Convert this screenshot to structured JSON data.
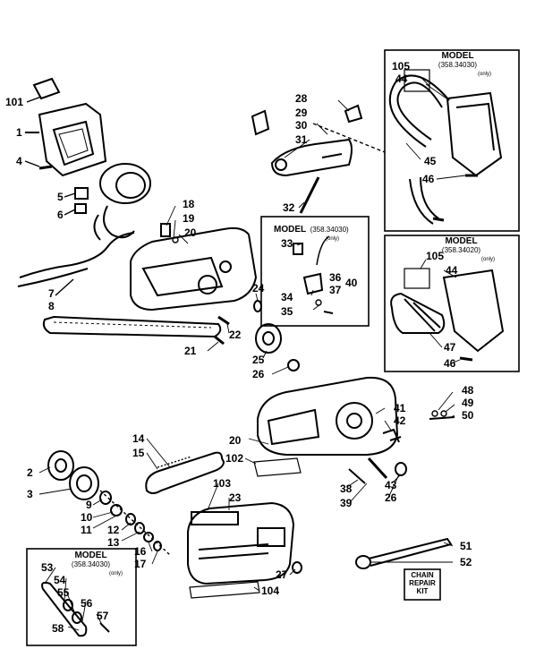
{
  "boxes": {
    "box_top_right": {
      "model": "MODEL",
      "number": "(358.34030)",
      "note": "(only)"
    },
    "box_mid_right": {
      "model": "MODEL",
      "number": "(358.34020)",
      "note": "(only)"
    },
    "box_center": {
      "model": "MODEL",
      "number": "(358.34030)",
      "note": "(only)"
    },
    "box_bottom_left": {
      "model": "MODEL",
      "number": "(358.34030)",
      "note": "(only)"
    }
  },
  "kit": {
    "line1": "CHAIN",
    "line2": "REPAIR",
    "line3": "KIT"
  },
  "part_labels": [
    "101",
    "1",
    "4",
    "5",
    "6",
    "7",
    "8",
    "18",
    "19",
    "20",
    "24",
    "22",
    "21",
    "25",
    "26",
    "28",
    "29",
    "30",
    "31",
    "32",
    "33",
    "36",
    "37",
    "40",
    "34",
    "35",
    "105",
    "44",
    "45",
    "46",
    "105",
    "44",
    "47",
    "46",
    "48",
    "49",
    "50",
    "41",
    "42",
    "43",
    "26",
    "38",
    "39",
    "20",
    "14",
    "15",
    "102",
    "103",
    "23",
    "27",
    "104",
    "2",
    "3",
    "9",
    "10",
    "11",
    "12",
    "13",
    "16",
    "17",
    "53",
    "54",
    "55",
    "56",
    "57",
    "58",
    "51",
    "52"
  ]
}
